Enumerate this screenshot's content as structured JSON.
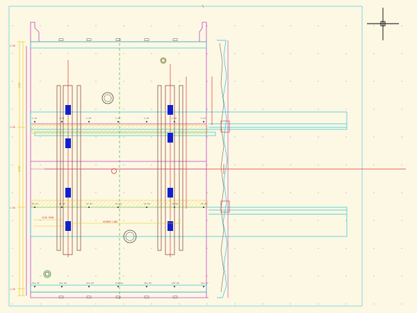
{
  "colors": {
    "background": "#fdf8e4",
    "frame": "#6ed6de",
    "magenta": "#c040c0",
    "cyan": "#22c4d6",
    "red": "#e03030",
    "yellow": "#e2c800",
    "blue": "#1020d0",
    "green": "#2aa32a",
    "grid_dot": "#9a9a9a",
    "crosshair": "#000000"
  },
  "row_labels": {
    "row1": [
      "I-01",
      "I-02",
      "I-03",
      "I-04",
      "I-05",
      "I-06",
      "I-07"
    ],
    "row2": [
      "II-01",
      "II-02",
      "II-03",
      "II-04",
      "II-05",
      "II-06",
      "II-07"
    ],
    "row3": [
      "III-01",
      "III-02",
      "III-03",
      "III-04",
      "III-05",
      "III-06",
      "III-07"
    ]
  },
  "side_dims": [
    "1:50",
    "4150",
    "1:50",
    "6150",
    "1:50",
    "1:50"
  ],
  "callouts": {
    "rail_a": "4150 SPAN",
    "rail_b": "GIRDER LINE"
  }
}
